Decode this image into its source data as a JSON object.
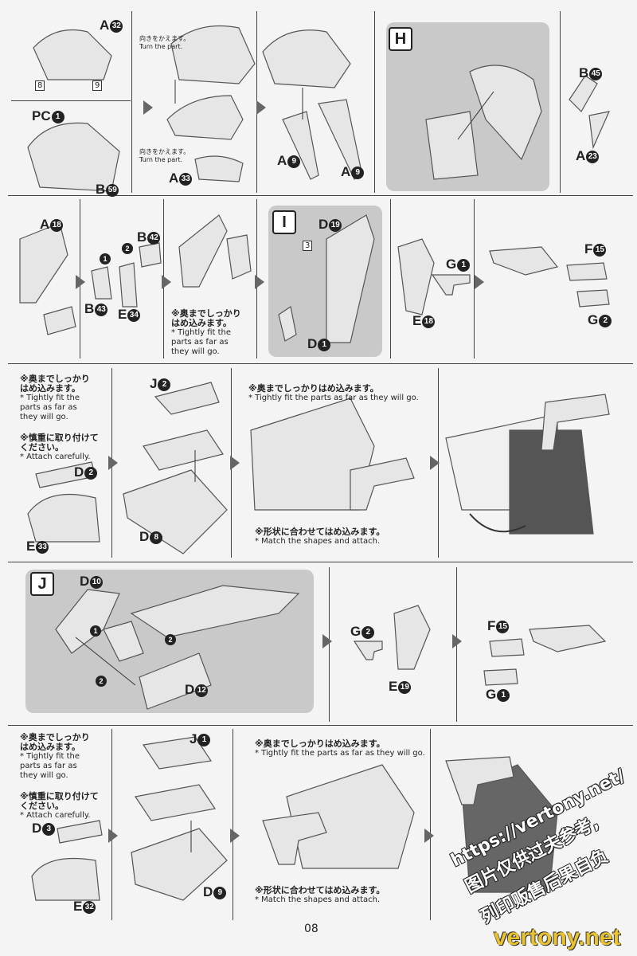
{
  "page_number": "08",
  "turn_part": {
    "jp": "向きをかえます。",
    "en": "Turn the part."
  },
  "tight_fit": {
    "jp": "※奥までしっかりはめ込みます。",
    "en": "* Tightly fit the parts as far as they will go."
  },
  "tight_fit_short": {
    "jp1": "※奥までしっかり",
    "jp2": "はめ込みます。",
    "en1": "* Tightly fit the",
    "en2": "parts as far as",
    "en3": "they will go."
  },
  "attach_carefully": {
    "jp1": "※慎重に取り付けて",
    "jp2": "ください。",
    "en": "* Attach carefully."
  },
  "match_shapes": {
    "jp": "※形状に合わせてはめ込みます。",
    "en": "* Match the shapes and attach."
  },
  "sections": {
    "h": "H",
    "i": "I",
    "j": "J"
  },
  "icon_tags": {
    "t8": "8",
    "t9": "9",
    "t3": "3"
  },
  "parts": {
    "a32": {
      "l": "A",
      "n": "32"
    },
    "pc1": {
      "l": "PC",
      "n": "1"
    },
    "b59": {
      "l": "B",
      "n": "59"
    },
    "a33": {
      "l": "A",
      "n": "33"
    },
    "a9a": {
      "l": "A",
      "n": "9"
    },
    "a9b": {
      "l": "A",
      "n": "9"
    },
    "b45": {
      "l": "B",
      "n": "45"
    },
    "a23": {
      "l": "A",
      "n": "23"
    },
    "a18": {
      "l": "A",
      "n": "18"
    },
    "b42": {
      "l": "B",
      "n": "42"
    },
    "b43": {
      "l": "B",
      "n": "43"
    },
    "e34": {
      "l": "E",
      "n": "34"
    },
    "d19": {
      "l": "D",
      "n": "19"
    },
    "d1": {
      "l": "D",
      "n": "1"
    },
    "g1a": {
      "l": "G",
      "n": "1"
    },
    "e18": {
      "l": "E",
      "n": "18"
    },
    "f15a": {
      "l": "F",
      "n": "15"
    },
    "g2a": {
      "l": "G",
      "n": "2"
    },
    "j2": {
      "l": "J",
      "n": "2"
    },
    "d2": {
      "l": "D",
      "n": "2"
    },
    "e33": {
      "l": "E",
      "n": "33"
    },
    "d8": {
      "l": "D",
      "n": "8"
    },
    "d10": {
      "l": "D",
      "n": "10"
    },
    "d12": {
      "l": "D",
      "n": "12"
    },
    "g2b": {
      "l": "G",
      "n": "2"
    },
    "e19": {
      "l": "E",
      "n": "19"
    },
    "f15b": {
      "l": "F",
      "n": "15"
    },
    "g1b": {
      "l": "G",
      "n": "1"
    },
    "j1": {
      "l": "J",
      "n": "1"
    },
    "d3": {
      "l": "D",
      "n": "3"
    },
    "e32": {
      "l": "E",
      "n": "32"
    },
    "d9": {
      "l": "D",
      "n": "9"
    }
  },
  "steps": {
    "s1": "1",
    "s2": "2"
  },
  "watermark": {
    "url": "https://vertony.net/",
    "line1": "图片仅供过夫参考,",
    "line2": "列印贩售后果自负",
    "brand": "vertony.net"
  }
}
